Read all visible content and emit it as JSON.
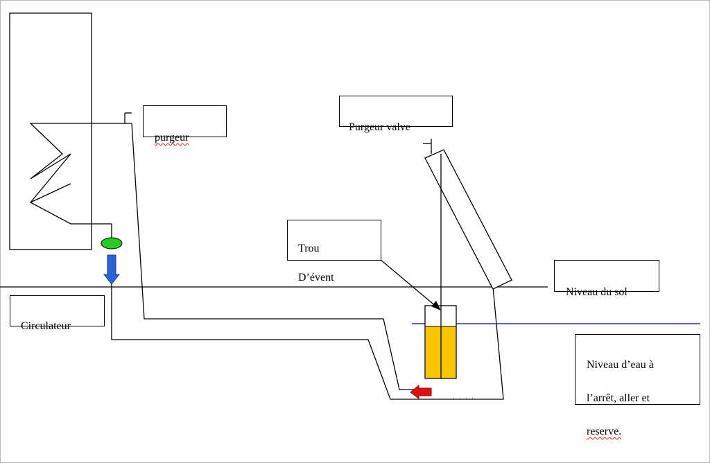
{
  "labels": {
    "purgeur": "purgeur",
    "purgeur_valve": "Purgeur valve",
    "trou_line1": "Trou",
    "trou_line2": "D’évent",
    "niveau_sol": "Niveau du sol",
    "circulateur": "Circulateur",
    "niveau_eau_line1": "Niveau d’eau à",
    "niveau_eau_line2": "l’arrêt, aller et",
    "niveau_eau_line3": "reserve."
  },
  "colors": {
    "pipe": "#000000",
    "water_line": "#2a2ad0",
    "tank_fill": "#f7c600",
    "pump_green": "#22cc22",
    "flow_arrow_blue": "#2b62d8",
    "flow_arrow_red": "#e01010"
  }
}
